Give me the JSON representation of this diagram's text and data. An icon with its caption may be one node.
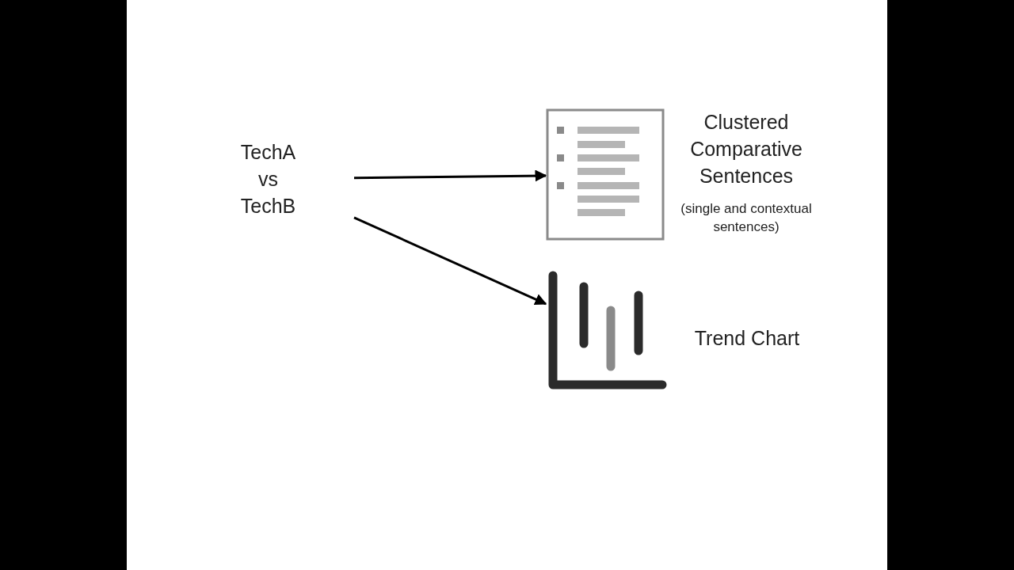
{
  "diagram": {
    "nodes": [
      {
        "text": [
          "TechA vs TechB"
        ]
      },
      {
        "text": [],
        "shape": "picture",
        "beside": [
          "Clustered Comparative Sentences",
          "(single and contextual sentences)"
        ]
      },
      {
        "text": [],
        "shape": "picture",
        "beside": [
          "Trend Chart"
        ]
      }
    ],
    "edges": [
      {
        "from": 0,
        "to": 1,
        "arrow": "to"
      },
      {
        "from": 0,
        "to": 2,
        "arrow": "to"
      }
    ]
  }
}
